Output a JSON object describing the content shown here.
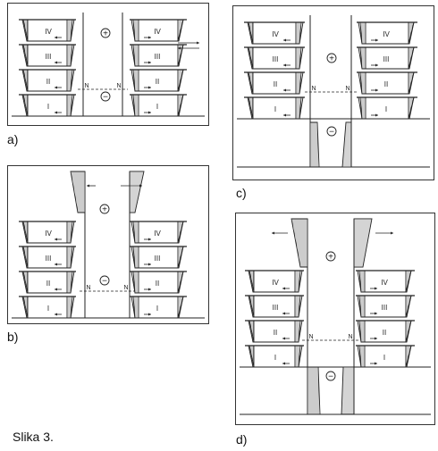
{
  "figure": {
    "caption": "Slika 3."
  },
  "storey_labels": [
    "I",
    "II",
    "III",
    "IV"
  ],
  "neutral_axis_label": "N",
  "sign_labels": {
    "compression": "⊕",
    "tension": "⊖"
  },
  "panels": [
    {
      "id": "a",
      "label": "a)"
    },
    {
      "id": "b",
      "label": "b)"
    },
    {
      "id": "c",
      "label": "c)"
    },
    {
      "id": "d",
      "label": "d)"
    }
  ],
  "colors": {
    "line": "#222222",
    "hatch": "#555555"
  }
}
